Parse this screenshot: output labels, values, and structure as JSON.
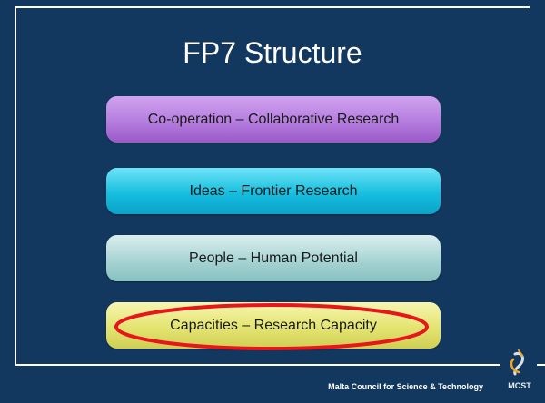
{
  "slide": {
    "title": "FP7 Structure",
    "items": [
      {
        "label": "Co-operation – Collaborative Research",
        "color": "#b57ddf"
      },
      {
        "label": "Ideas – Frontier Research",
        "color": "#16bedf"
      },
      {
        "label": "People – Human Potential",
        "color": "#a8d4d4"
      },
      {
        "label": "Capacities – Research Capacity",
        "color": "#e4e471",
        "highlighted": true
      }
    ],
    "highlight_color": "#e8161c",
    "background_color": "#13385f"
  },
  "footer": {
    "organization": "Malta Council for Science & Technology",
    "logo_text": "MCST"
  }
}
